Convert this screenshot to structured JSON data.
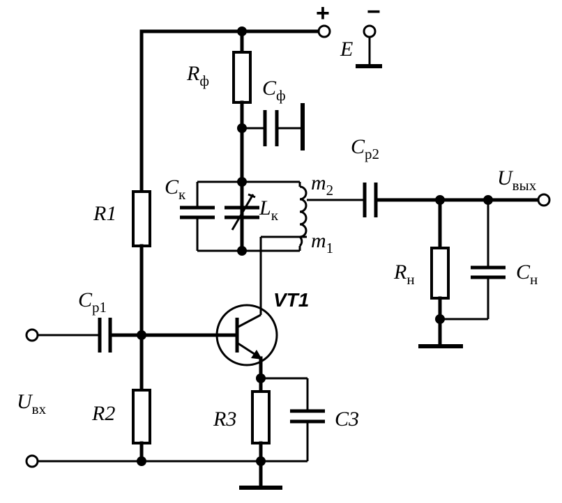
{
  "diagram": {
    "labels": {
      "e_letter": "E",
      "plus_sign": "+",
      "minus_sign": "−",
      "r_f_main": "R",
      "r_f_sub": "ф",
      "c_f_main": "C",
      "c_f_sub": "ф",
      "c_k_main": "C",
      "c_k_sub": "к",
      "l_k_main": "L",
      "l_k_sub": "к",
      "m2_main": "m",
      "m2_sub": "2",
      "m1_main": "m",
      "m1_sub": "1",
      "c_p2_main": "C",
      "c_p2_sub": "р2",
      "u_out_main": "U",
      "u_out_sub": "вых",
      "r_n_main": "R",
      "r_n_sub": "н",
      "c_n_main": "C",
      "c_n_sub": "н",
      "r1": "R1",
      "c_p1_main": "C",
      "c_p1_sub": "р1",
      "vt1": "VT1",
      "u_in_main": "U",
      "u_in_sub": "вх",
      "r2": "R2",
      "r3": "R3",
      "c3": "C3"
    }
  }
}
